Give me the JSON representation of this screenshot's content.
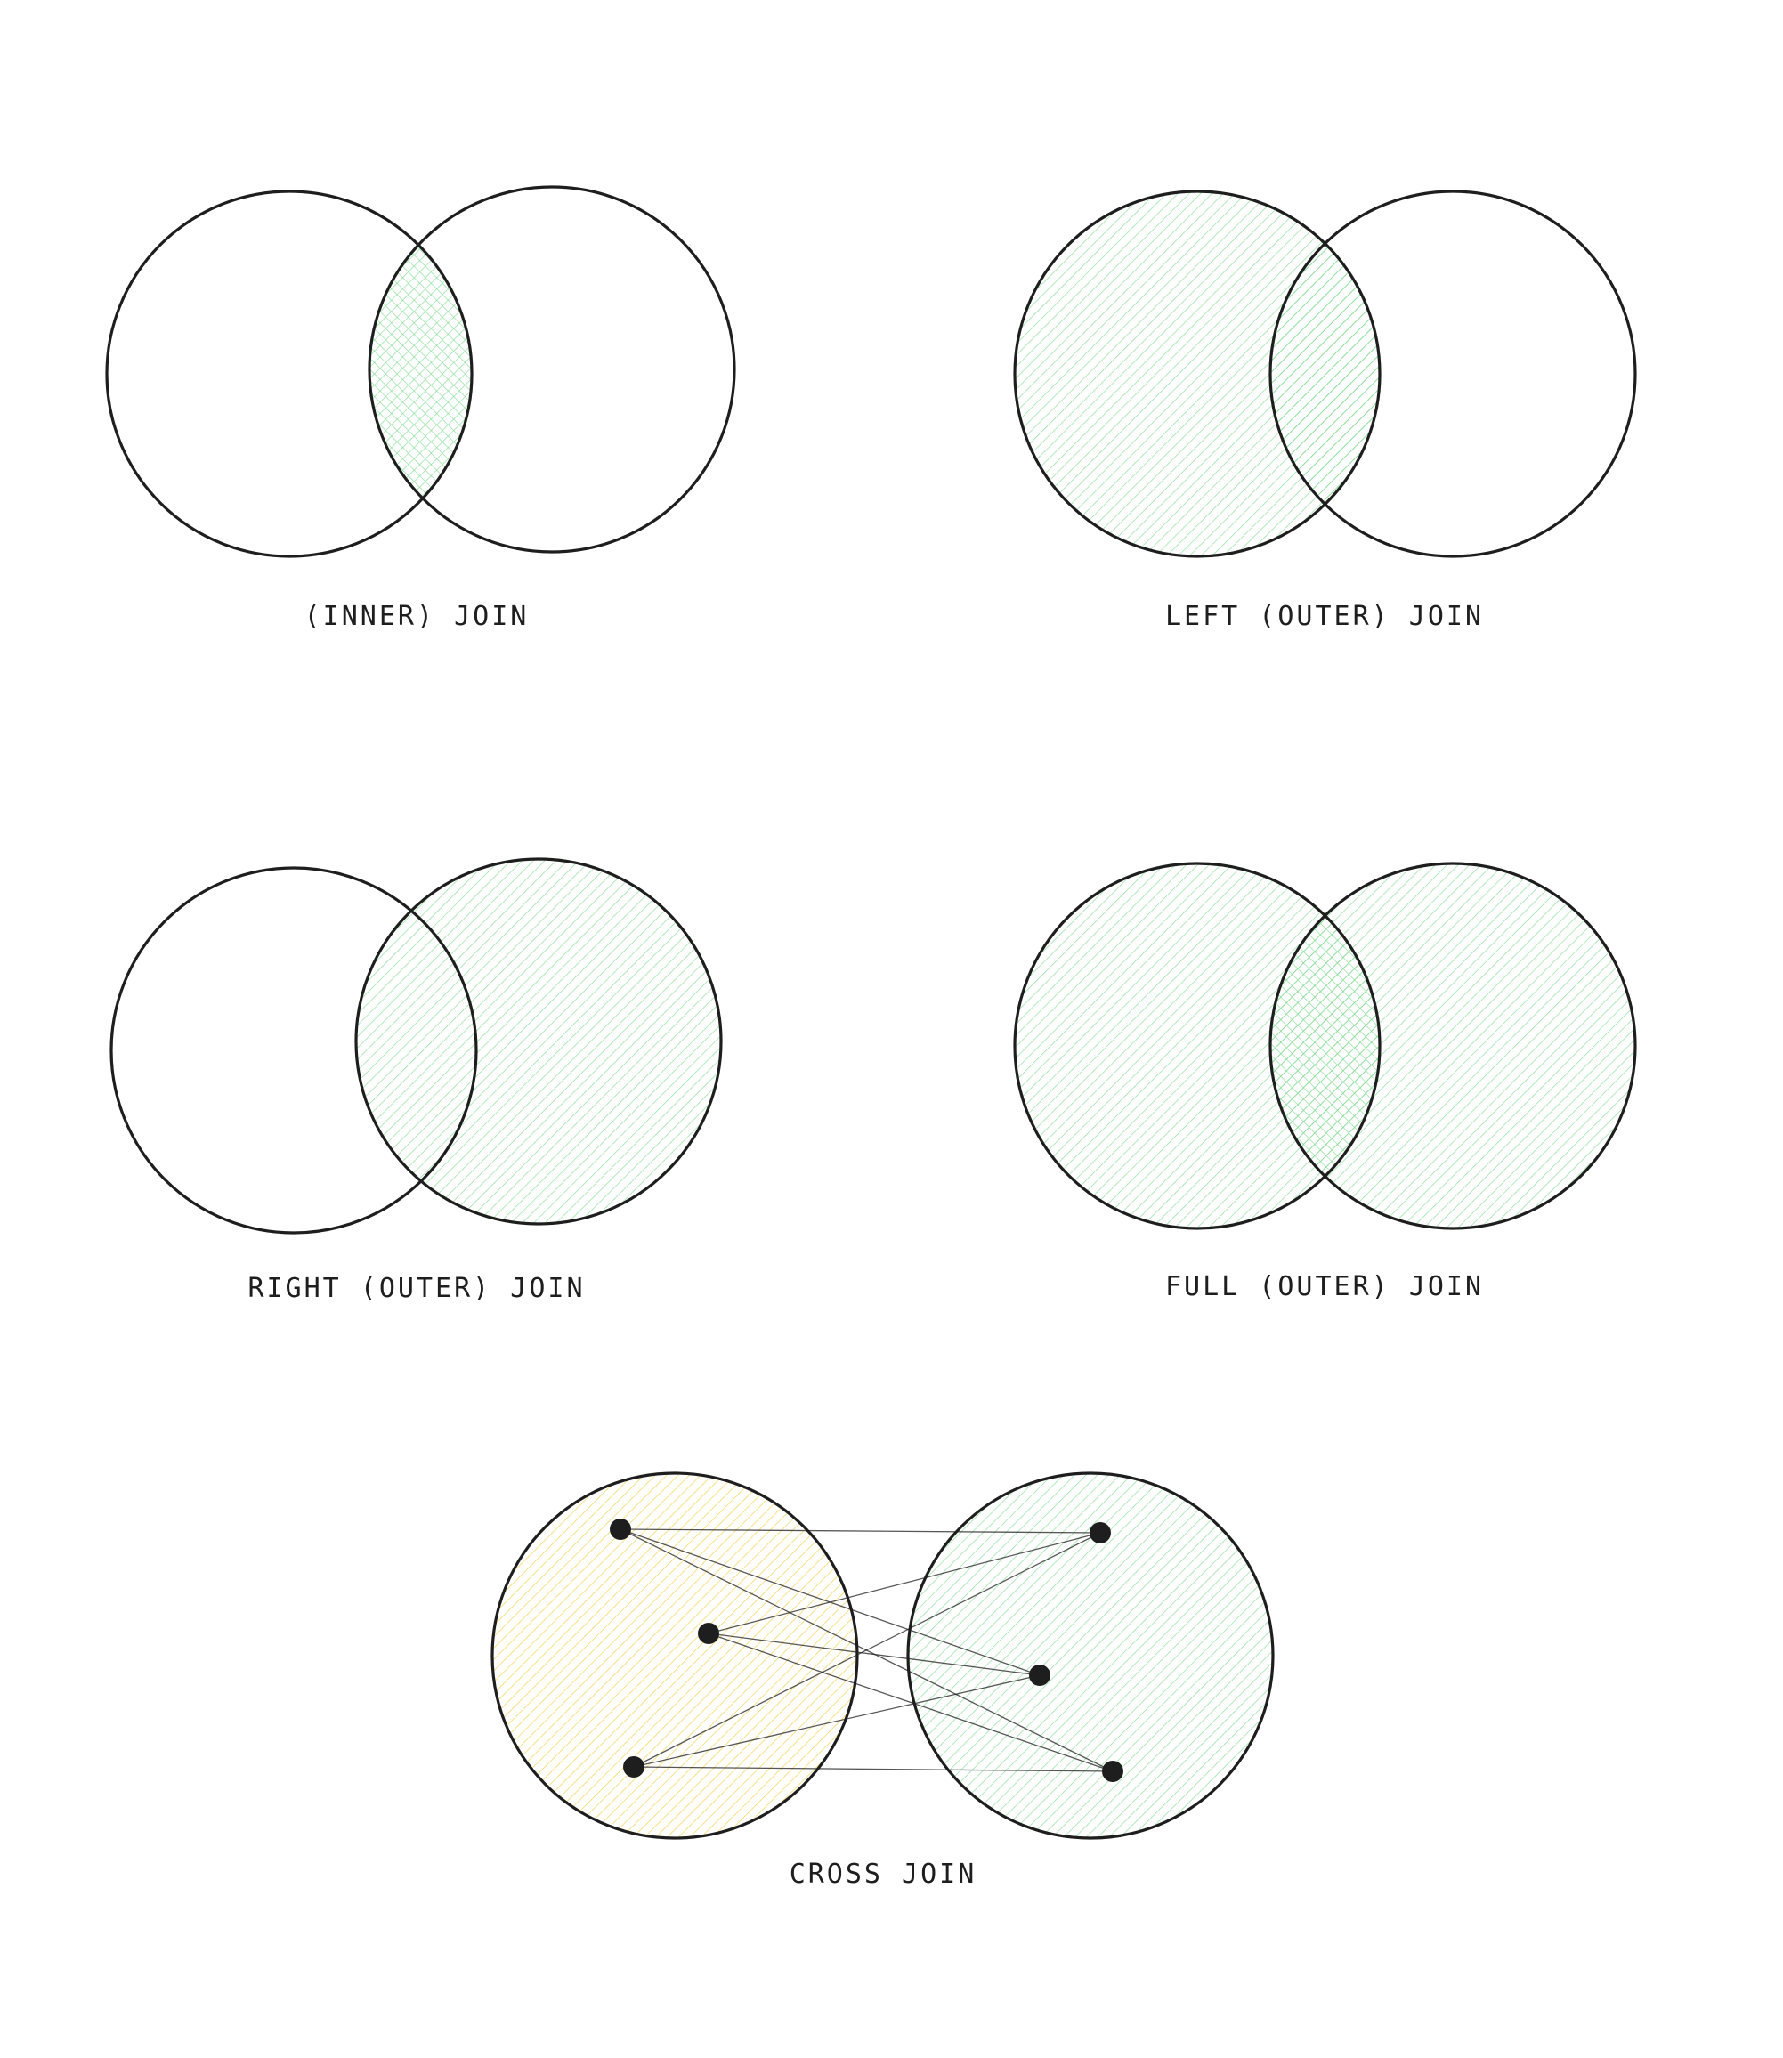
{
  "diagrams": [
    {
      "label": "(INNER) JOIN",
      "fill_left": false,
      "fill_right": false,
      "fill_intersection": true
    },
    {
      "label": "LEFT (OUTER) JOIN",
      "fill_left": true,
      "fill_right": false,
      "fill_intersection": true
    },
    {
      "label": "RIGHT (OUTER) JOIN",
      "fill_left": false,
      "fill_right": true,
      "fill_intersection": true
    },
    {
      "label": "FULL (OUTER) JOIN",
      "fill_left": true,
      "fill_right": true,
      "fill_intersection": true
    }
  ],
  "cross_join": {
    "label": "CROSS JOIN",
    "left_nodes": 3,
    "right_nodes": 3
  },
  "colors": {
    "stroke": "#1e1e1e",
    "green_hatch": "#7fd88f",
    "yellow_hatch": "#f2cf4a"
  }
}
